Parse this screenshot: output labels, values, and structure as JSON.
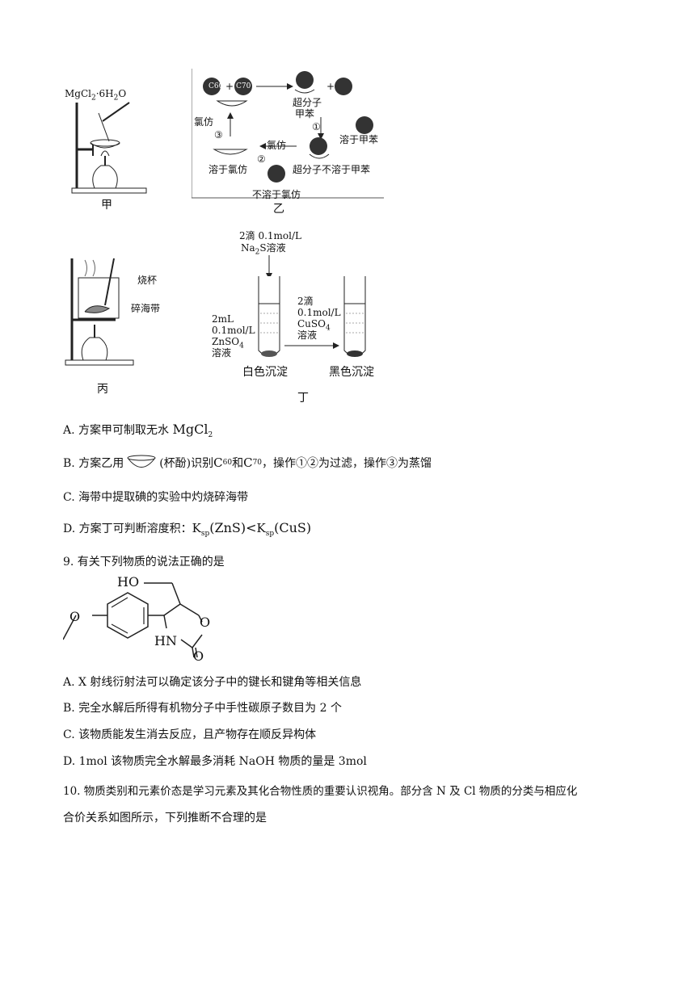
{
  "fig_jia": {
    "reagent_parts": [
      "MgCl",
      "2",
      "·6H",
      "2",
      "O"
    ],
    "caption": "甲"
  },
  "fig_yi": {
    "c60": "C60",
    "c70": "C70",
    "plus": "+",
    "label_supramolecule_toluene": [
      "超分子",
      "甲苯"
    ],
    "label_dissolve_toluene": "溶于甲苯",
    "label_chloroform": "氯仿",
    "label_chloroform_2": "氯仿",
    "label_dissolve_chloroform": "溶于氯仿",
    "label_supra_insoluble_toluene": "超分子不溶于甲苯",
    "label_insoluble_chloroform": "不溶于氯仿",
    "step1": "①",
    "step2": "②",
    "step3": "③",
    "caption": "乙"
  },
  "fig_bing": {
    "label_beaker": "烧杯",
    "label_seaweed": "碎海带",
    "caption": "丙"
  },
  "fig_ding": {
    "drop_na2s": [
      "2滴 0.1mol/L",
      "Na",
      "2",
      "S溶液"
    ],
    "tube1_label": [
      "2mL",
      "0.1mol/L",
      "ZnSO",
      "4",
      "溶液"
    ],
    "drop_cuso4": [
      "2滴",
      "0.1mol/L",
      "CuSO",
      "4",
      "溶液"
    ],
    "white_ppt": "白色沉淀",
    "black_ppt": "黑色沉淀",
    "caption": "丁"
  },
  "q8_options": {
    "A": {
      "prefix": "A. 方案甲可制取无水 ",
      "formula": "MgCl",
      "sub": "2"
    },
    "B": {
      "prefix": "B. 方案乙用",
      "mid": "(杯酚)识别",
      "c60": "C",
      "c60_sub": "60",
      "and": " 和 ",
      "c70": "C",
      "c70_sub": "70",
      "suffix": "，操作①②为过滤，操作③为蒸馏"
    },
    "C": "C. 海带中提取碘的实验中灼烧碎海带",
    "D": {
      "prefix": "D. 方案丁可判断溶度积：",
      "k1": "K",
      "k1_sub": "sp",
      "k1_arg": "(ZnS)",
      "lt": "<",
      "k2": "K",
      "k2_sub": "sp",
      "k2_arg": "(CuS)"
    }
  },
  "q9": {
    "stem": "9. 有关下列物质的说法正确的是",
    "structure_labels": {
      "ho": "HO",
      "o_ring": "O",
      "hn": "HN",
      "o_carbonyl": "O",
      "o_methoxy": "O"
    },
    "options": [
      "A. X 射线衍射法可以确定该分子中的键长和键角等相关信息",
      "B.  完全水解后所得有机物分子中手性碳原子数目为 2 个",
      "C.  该物质能发生消去反应，且产物存在顺反异构体",
      "D.  1mol 该物质完全水解最多消耗 NaOH 物质的量是 3mol"
    ]
  },
  "q10": {
    "line1": "10. 物质类别和元素价态是学习元素及其化合物性质的重要认识视角。部分含 N 及 Cl 物质的分类与相应化",
    "line2": "合价关系如图所示，下列推断不合理的是"
  }
}
